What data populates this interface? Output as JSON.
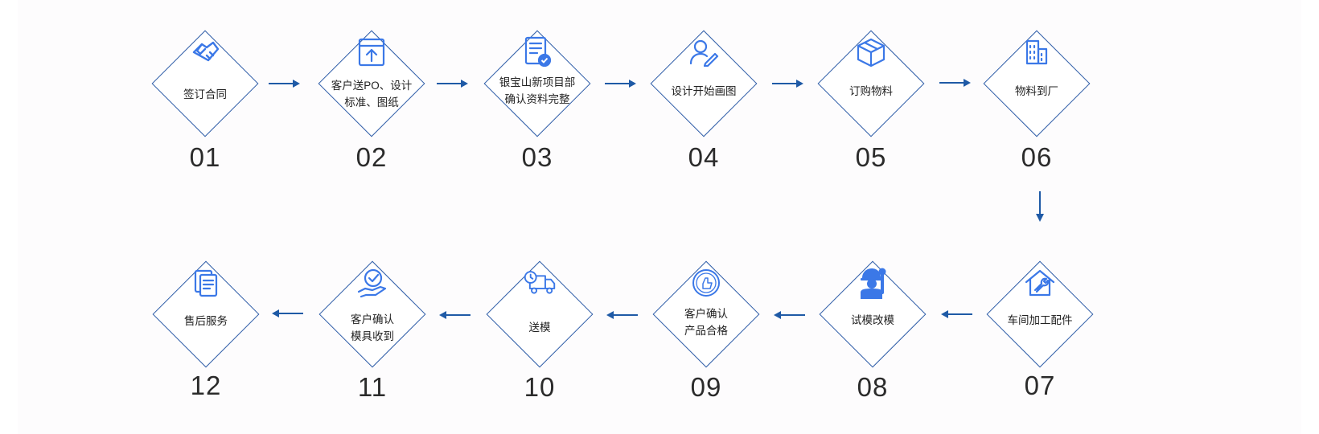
{
  "colors": {
    "line": "#2f5da8",
    "icon": "#3b78e7",
    "arrow": "#1f5aa6"
  },
  "steps": [
    {
      "num": "01",
      "label": "签订合同",
      "icon": "handshake-icon"
    },
    {
      "num": "02",
      "label": "客户送PO、设计\n标准、图纸",
      "icon": "folder-upload-icon"
    },
    {
      "num": "03",
      "label": "银宝山新项目部\n确认资料完整",
      "icon": "document-check-icon"
    },
    {
      "num": "04",
      "label": "设计开始画图",
      "icon": "user-edit-icon"
    },
    {
      "num": "05",
      "label": "订购物料",
      "icon": "box-icon"
    },
    {
      "num": "06",
      "label": "物料到厂",
      "icon": "building-icon"
    },
    {
      "num": "07",
      "label": "车间加工配件",
      "icon": "house-wrench-icon"
    },
    {
      "num": "08",
      "label": "试模改模",
      "icon": "worker-icon"
    },
    {
      "num": "09",
      "label": "客户确认\n产品合格",
      "icon": "approved-seal-icon"
    },
    {
      "num": "10",
      "label": "送模",
      "icon": "delivery-truck-icon"
    },
    {
      "num": "11",
      "label": "客户确认\n模具收到",
      "icon": "hand-check-icon"
    },
    {
      "num": "12",
      "label": "售后服务",
      "icon": "documents-icon"
    }
  ]
}
